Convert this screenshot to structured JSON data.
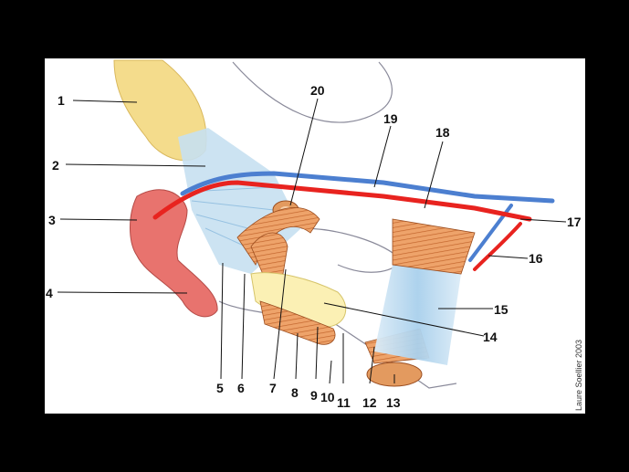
{
  "figure": {
    "labels": [
      "1",
      "2",
      "3",
      "4",
      "5",
      "6",
      "7",
      "8",
      "9",
      "10",
      "11",
      "12",
      "13",
      "14",
      "15",
      "16",
      "17",
      "18",
      "19",
      "20"
    ],
    "credit": "Laure Soellier 2003",
    "colors": {
      "background": "#000000",
      "panel": "#ffffff",
      "artery": "#e8231f",
      "vein": "#4c7fd0",
      "muscle": "#e39a5f",
      "gland": "#f4dc8c",
      "ligament": "#b8d9ef",
      "bulb": "#e8736e",
      "outline": "#8a8a9a"
    }
  }
}
